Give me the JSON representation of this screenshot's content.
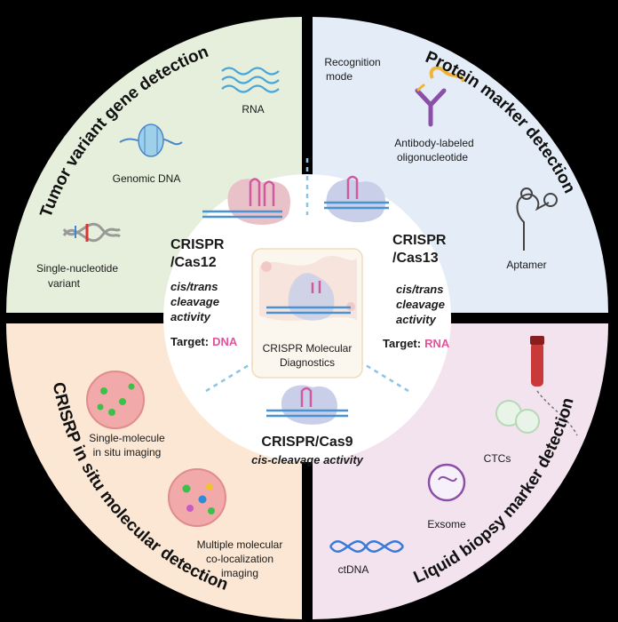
{
  "quadrants": {
    "tumor": {
      "title": "Tumor variant gene detection",
      "items": {
        "rna": "RNA",
        "genomic": "Genomic DNA",
        "snv1": "Single-nucleotide",
        "snv2": "variant"
      }
    },
    "protein": {
      "title": "Protein marker detection",
      "items": {
        "recog1": "Recognition",
        "recog2": "mode",
        "ab1": "Antibody-labeled",
        "ab2": "oligonucleotide",
        "aptamer": "Aptamer"
      }
    },
    "insitu": {
      "title": "CRISRP in situ molecular detection",
      "items": {
        "sm1": "Single-molecule",
        "sm2": "in situ imaging",
        "mm1": "Multiple molecular",
        "mm2": "co-localization",
        "mm3": "imaging"
      }
    },
    "liquid": {
      "title": "Liquid biopsy marker detection",
      "items": {
        "ctcs": "CTCs",
        "exsome": "Exsome",
        "ctdna": "ctDNA"
      }
    }
  },
  "inner": {
    "cas12": {
      "name1": "CRISPR",
      "name2": "/Cas12",
      "act1": "cis/trans",
      "act2": "cleavage",
      "act3": "activity",
      "target_label": "Target:",
      "target_value": "DNA"
    },
    "cas13": {
      "name1": "CRISPR",
      "name2": "/Cas13",
      "act1": "cis/trans",
      "act2": "cleavage",
      "act3": "activity",
      "target_label": "Target:",
      "target_value": "RNA"
    },
    "cas9": {
      "name": "CRISPR/Cas9",
      "activity": "cis-cleavage activity"
    },
    "center": {
      "line1": "CRISPR Molecular",
      "line2": "Diagnostics"
    }
  },
  "colors": {
    "tumor_bg": "#e6efdc",
    "protein_bg": "#e4ecf7",
    "insitu_bg": "#fbe7d3",
    "liquid_bg": "#f3e3ee",
    "target_pink": "#e0569a",
    "dashed_blue": "#8fc3e3",
    "enzyme_pink": "#e9c1c8",
    "enzyme_blue": "#c9cfe8"
  }
}
